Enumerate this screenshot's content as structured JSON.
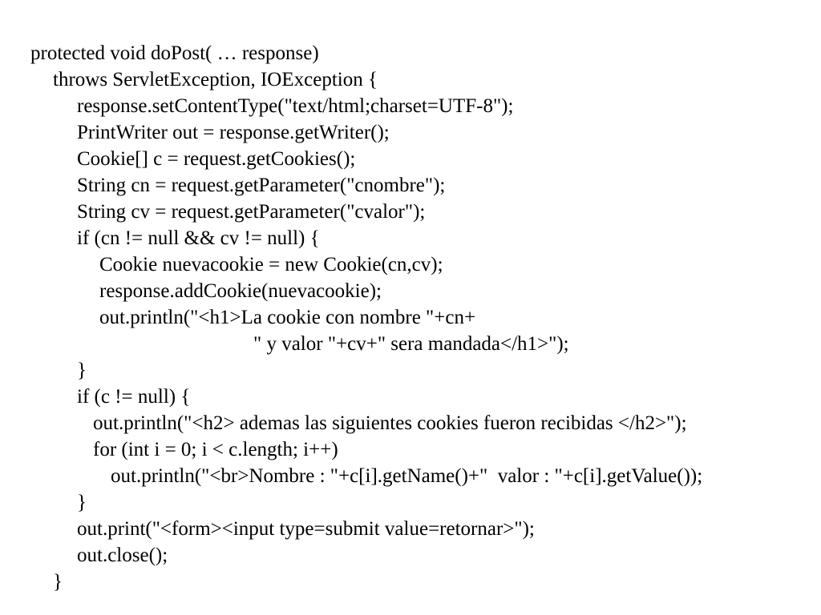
{
  "code": {
    "lines": [
      "protected void doPost( … response)",
      "throws ServletException, IOException {",
      "response.setContentType(\"text/html;charset=UTF-8\");",
      "PrintWriter out = response.getWriter();",
      "Cookie[] c = request.getCookies();",
      "String cn = request.getParameter(\"cnombre\");",
      "String cv = request.getParameter(\"cvalor\");",
      "if (cn != null && cv != null) {",
      "Cookie nuevacookie = new Cookie(cn,cv);",
      "response.addCookie(nuevacookie);",
      "out.println(\"<h1>La cookie con nombre \"+cn+",
      "\" y valor \"+cv+\" sera mandada</h1>\");",
      "}",
      "if (c != null) {",
      "out.println(\"<h2> ademas las siguientes cookies fueron recibidas </h2>\");",
      "for (int i = 0; i < c.length; i++)",
      "out.println(\"<br>Nombre : \"+c[i].getName()+\"  valor : \"+c[i].getValue());",
      "}",
      "out.print(\"<form><input type=submit value=retornar>\");",
      "out.close();",
      "}"
    ]
  }
}
